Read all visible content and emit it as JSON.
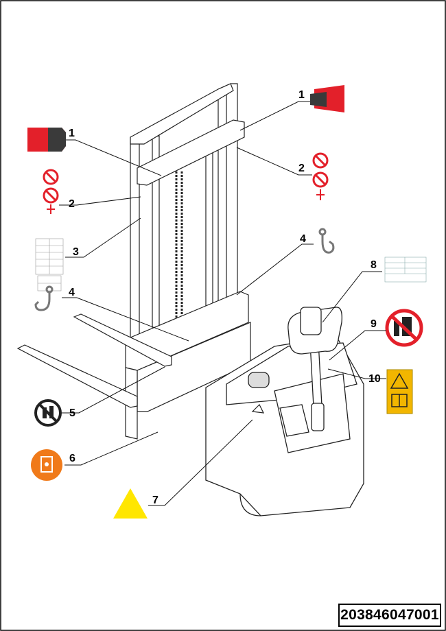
{
  "diagram": {
    "callouts": {
      "c1_left": "1",
      "c1_right": "1",
      "c2_left": "2",
      "c2_right": "2",
      "c3": "3",
      "c4_left": "4",
      "c4_right": "4",
      "c5": "5",
      "c6": "6",
      "c7": "7",
      "c8": "8",
      "c9": "9",
      "c10": "10"
    },
    "part_number": "203846047001",
    "colors": {
      "red_stripe": "#e3202a",
      "prohibition_red": "#e3202a",
      "warning_yellow": "#ffe600",
      "label_amber": "#f2b600",
      "orange_disc": "#f07a1a",
      "outline": "#1a1a1a"
    }
  }
}
